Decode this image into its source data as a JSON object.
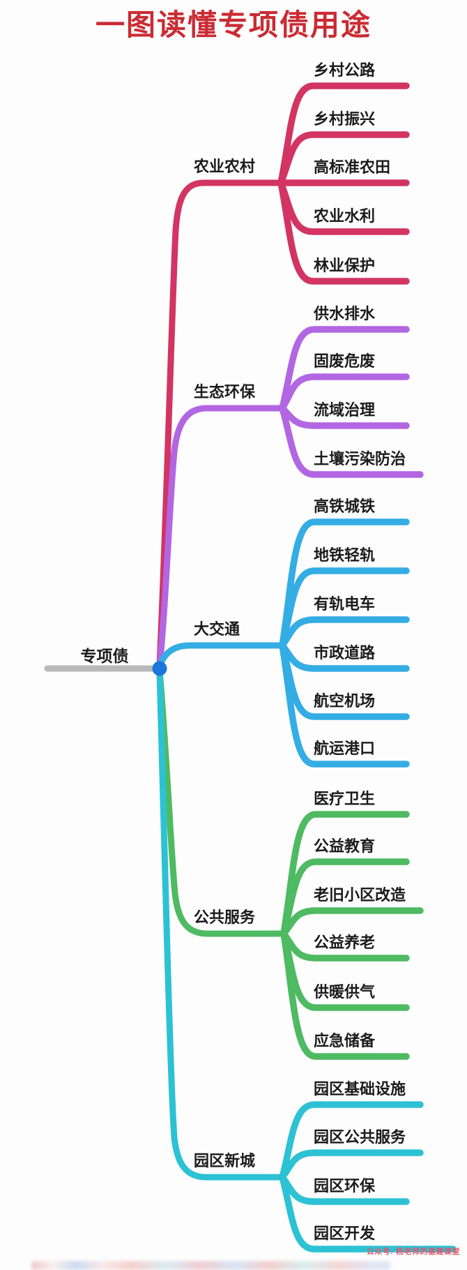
{
  "title": "一图读懂专项债用途",
  "root": {
    "label": "专项债"
  },
  "branches": [
    {
      "label": "农业农村",
      "color": "#d23563",
      "leaves": [
        "乡村公路",
        "乡村振兴",
        "高标准农田",
        "农业水利",
        "林业保护"
      ]
    },
    {
      "label": "生态环保",
      "color": "#b266e2",
      "leaves": [
        "供水排水",
        "固废危废",
        "流域治理",
        "土壤污染防治"
      ]
    },
    {
      "label": "大交通",
      "color": "#33ade4",
      "leaves": [
        "高铁城铁",
        "地铁轻轨",
        "有轨电车",
        "市政道路",
        "航空机场",
        "航运港口"
      ]
    },
    {
      "label": "公共服务",
      "color": "#4eba62",
      "leaves": [
        "医疗卫生",
        "公益教育",
        "老旧小区改造",
        "公益养老",
        "供暖供气",
        "应急储备"
      ]
    },
    {
      "label": "园区新城",
      "color": "#2cc2d4",
      "leaves": [
        "园区基础设施",
        "园区公共服务",
        "园区环保",
        "园区开发"
      ]
    }
  ],
  "watermark": "公众号: 杨老师的基建课堂",
  "colors": {
    "title": "#cb2b33",
    "text": "#1b1b1b",
    "root_line": "#b9b9b9",
    "root_dot": "#1c76db",
    "watermark": "#e4566b"
  }
}
